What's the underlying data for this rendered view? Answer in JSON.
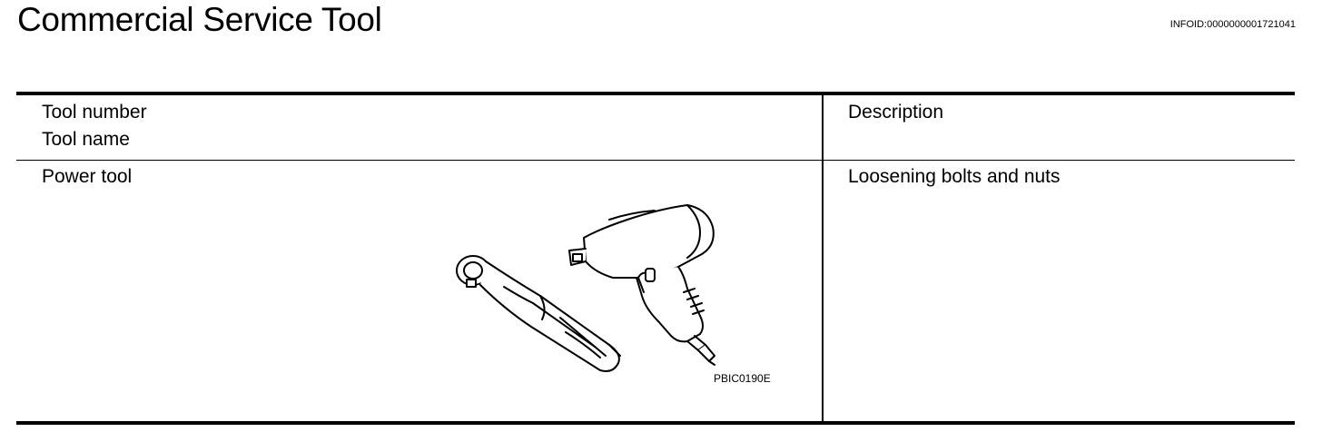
{
  "page": {
    "title": "Commercial Service Tool",
    "infoid": "INFOID:0000000001721041"
  },
  "table": {
    "header": {
      "col1_line1": "Tool number",
      "col1_line2": "Tool name",
      "col2": "Description"
    },
    "rows": [
      {
        "tool_name": "Power tool",
        "description": "Loosening bolts and nuts",
        "figure_code": "PBIC0190E",
        "figure_icon": "ratchet-and-impact-wrench-illustration"
      }
    ]
  }
}
